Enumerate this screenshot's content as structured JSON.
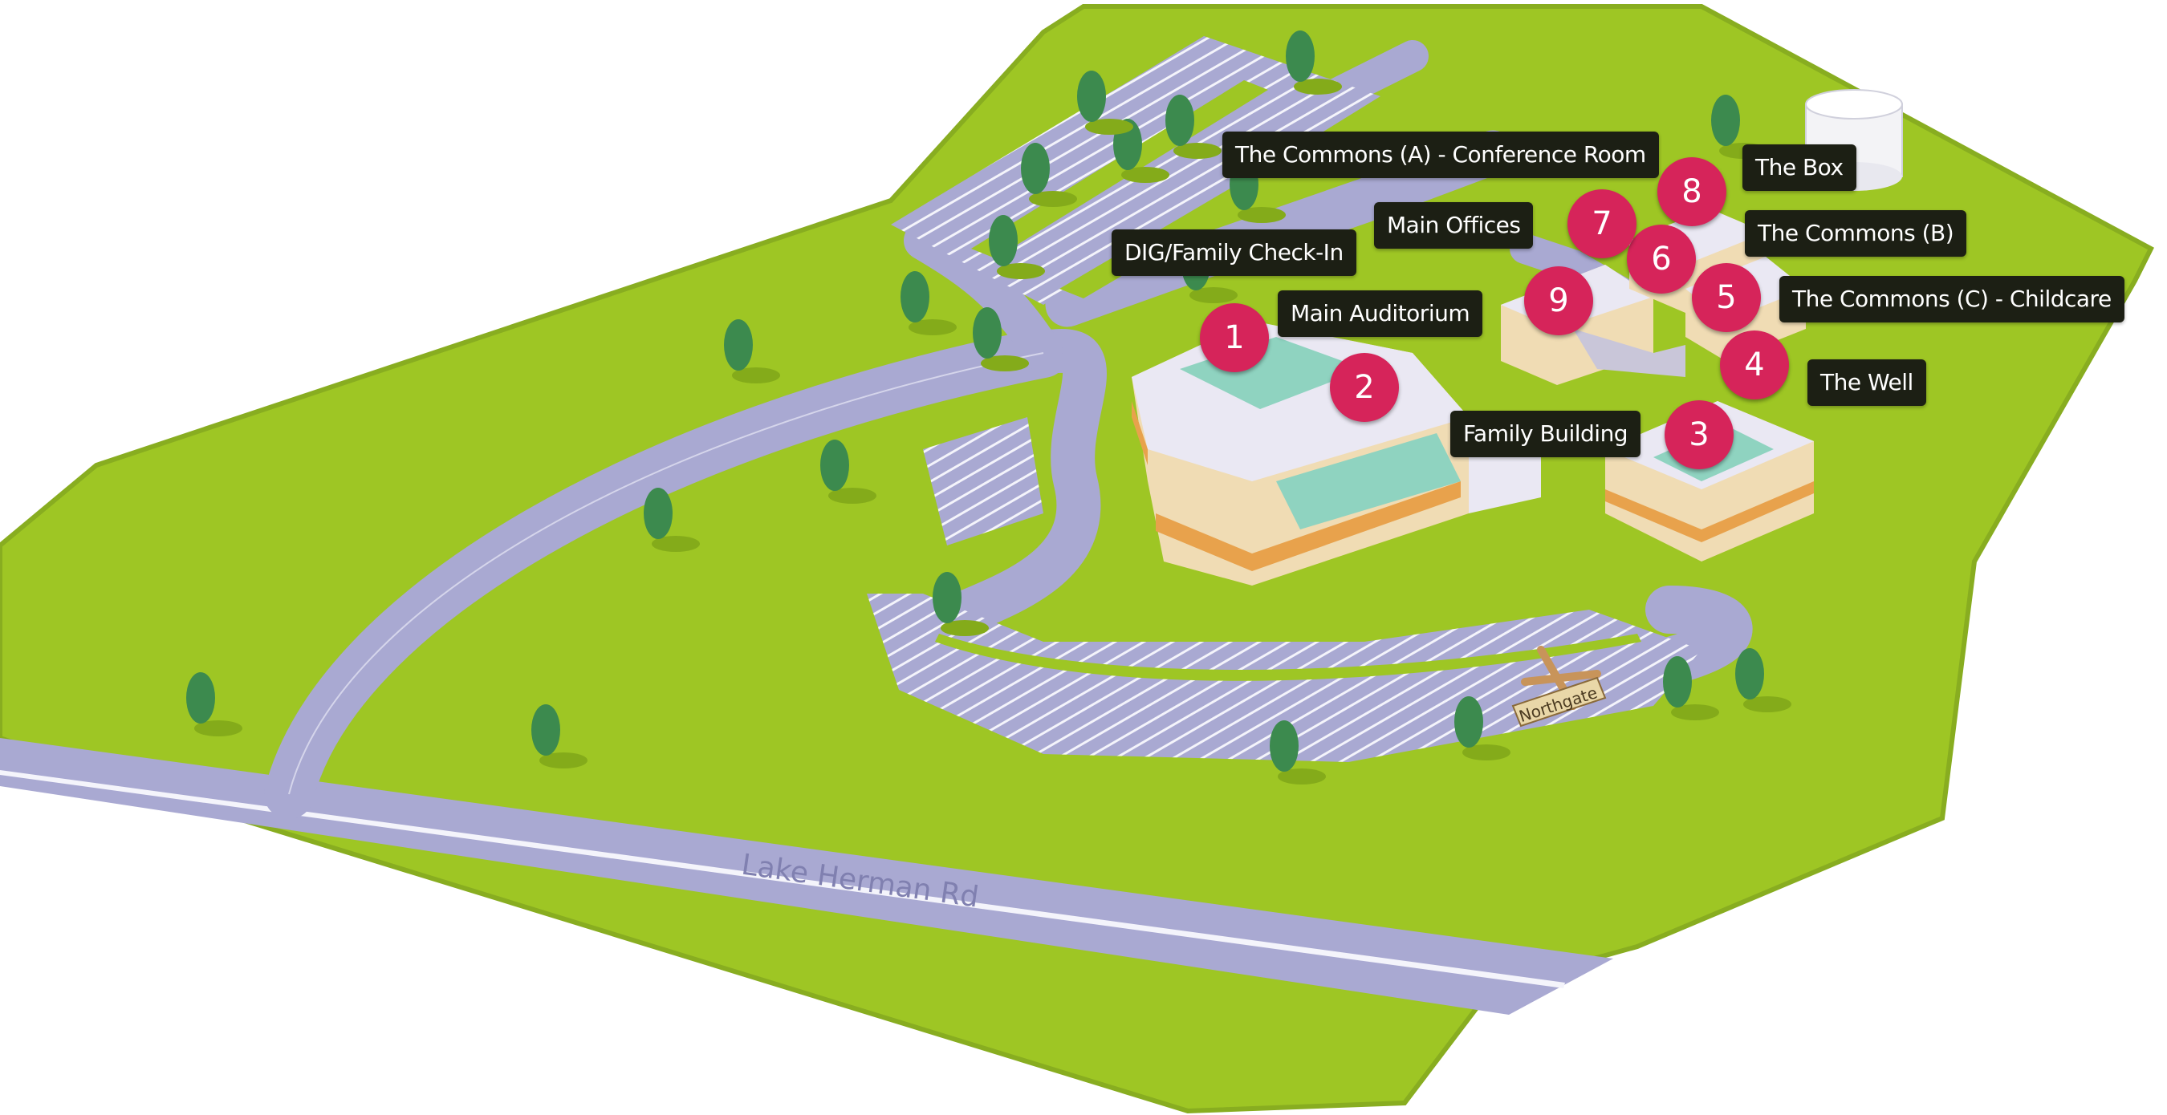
{
  "map": {
    "road_label": "Lake Herman Rd",
    "entrance_sign": "Northgate",
    "colors": {
      "grass": "#9ec624",
      "grass_dark": "#84ab1a",
      "road": "#a9a9d2",
      "road_line": "#f4f4fb",
      "building_wall": "#f0dcb4",
      "building_stripe": "#e8a24c",
      "roof": "#eae8f3",
      "roof_glass": "#8fd3c0",
      "marker": "#d6245a",
      "label_bg": "#1c1f14",
      "tree": "#3c8a4e"
    }
  },
  "locations": [
    {
      "number": "1",
      "name": "DIG/Family Check-In"
    },
    {
      "number": "2",
      "name": "Main Auditorium"
    },
    {
      "number": "3",
      "name": "Family Building"
    },
    {
      "number": "4",
      "name": "The Well"
    },
    {
      "number": "5",
      "name": "The Commons (C) - Childcare"
    },
    {
      "number": "6",
      "name": "The Commons (B)"
    },
    {
      "number": "7",
      "name": "The Commons (A) - Conference Room"
    },
    {
      "number": "8",
      "name": "The Box"
    },
    {
      "number": "9",
      "name": "Main Offices"
    }
  ]
}
